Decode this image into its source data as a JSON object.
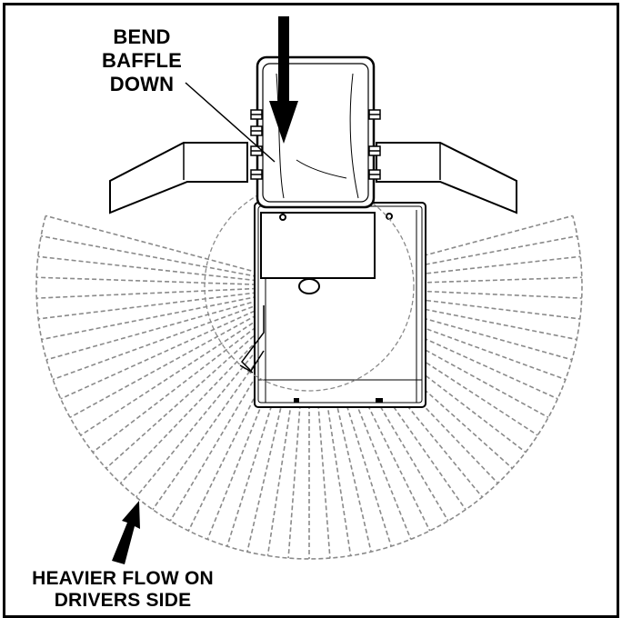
{
  "labels": {
    "bend_line1": "BEND",
    "bend_line2": "BAFFLE",
    "bend_line3": "DOWN",
    "flow_line1": "HEAVIER FLOW ON",
    "flow_line2": "DRIVERS SIDE"
  },
  "colors": {
    "ink": "#000000",
    "spread": "#8a8a8a",
    "background": "#ffffff"
  }
}
